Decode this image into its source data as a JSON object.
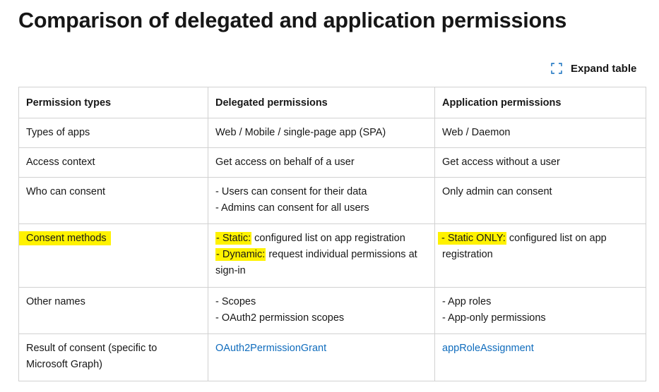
{
  "page": {
    "title": "Comparison of delegated and application permissions",
    "expand_table_label": "Expand table",
    "expand_icon": "expand-icon"
  },
  "table": {
    "headers": [
      "Permission types",
      "Delegated permissions",
      "Application permissions"
    ],
    "rows": [
      {
        "label": "Types of apps",
        "delegated": [
          "Web / Mobile / single-page app (SPA)"
        ],
        "application": [
          "Web / Daemon"
        ]
      },
      {
        "label": "Access context",
        "delegated": [
          "Get access on behalf of a user"
        ],
        "application": [
          "Get access without a user"
        ]
      },
      {
        "label": "Who can consent",
        "delegated": [
          "- Users can consent for their data",
          "- Admins can consent for all users"
        ],
        "application": [
          "Only admin can consent"
        ]
      },
      {
        "label": "Consent methods",
        "label_highlighted": true,
        "delegated": [
          {
            "highlight": "- Static:",
            "text": " configured list on app registration"
          },
          {
            "highlight": "- Dynamic:",
            "text": " request individual permissions at sign-in"
          }
        ],
        "application": [
          {
            "highlight": " - Static ONLY:",
            "text": " configured list on app registration"
          }
        ]
      },
      {
        "label": "Other names",
        "delegated": [
          "- Scopes",
          "- OAuth2 permission scopes"
        ],
        "application": [
          "- App roles",
          "- App-only permissions"
        ]
      },
      {
        "label": "Result of consent (specific to Microsoft Graph)",
        "delegated_link": "OAuth2PermissionGrant",
        "application_link": "appRoleAssignment"
      }
    ]
  },
  "colors": {
    "highlight": "#fff200",
    "link": "#0f6cbd",
    "border": "#d1d1d1",
    "text": "#161616"
  }
}
